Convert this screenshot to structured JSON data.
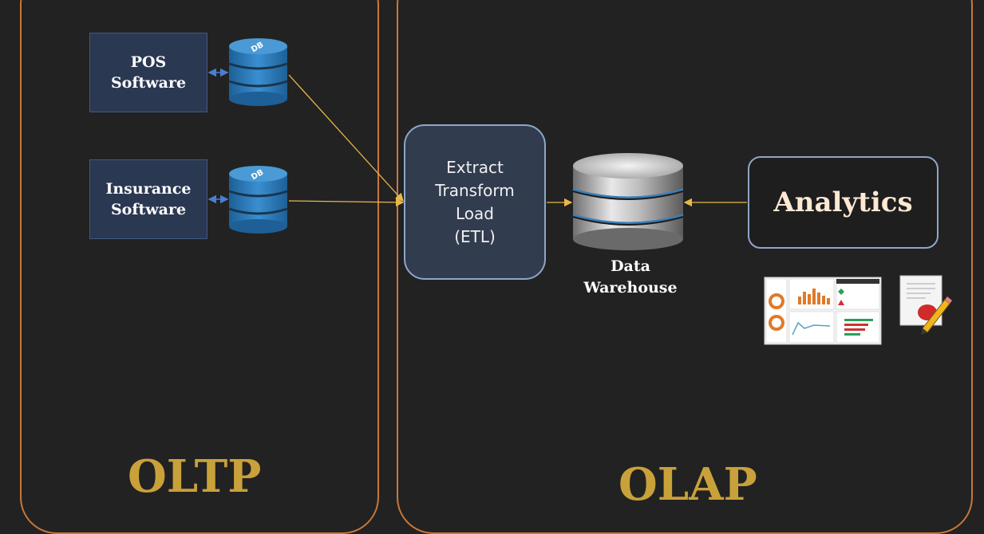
{
  "oltp": {
    "label": "OLTP",
    "sources": [
      {
        "line1": "POS",
        "line2": "Software",
        "db_label": "DB"
      },
      {
        "line1": "Insurance",
        "line2": "Software",
        "db_label": "DB"
      }
    ]
  },
  "olap": {
    "label": "OLAP",
    "etl": {
      "lines": [
        "Extract",
        "Transform",
        "Load",
        "(ETL)"
      ]
    },
    "warehouse": {
      "line1": "Data",
      "line2": "Warehouse"
    },
    "analytics": {
      "label": "Analytics"
    }
  },
  "colors": {
    "panel_border": "#c8783a",
    "title_gold": "#c9a13a",
    "arrow_yellow": "#e8b84a",
    "db_blue": "#2f7fbf"
  },
  "icons": [
    "db-cylinder-icon",
    "data-warehouse-icon",
    "dashboard-report-icon",
    "document-pencil-icon"
  ]
}
